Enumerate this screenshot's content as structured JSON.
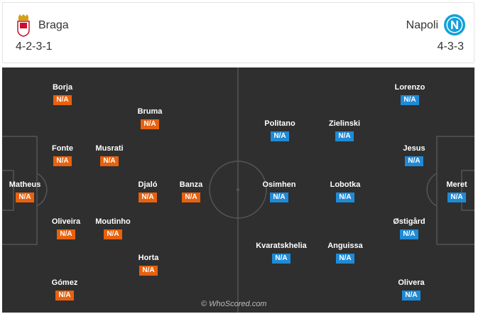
{
  "home": {
    "name": "Braga",
    "formation": "4-2-3-1",
    "crest_icon": "braga-crest-icon",
    "color": "#e8610e",
    "players": [
      {
        "name": "Borja",
        "rating": "N/A"
      },
      {
        "name": "Bruma",
        "rating": "N/A"
      },
      {
        "name": "Fonte",
        "rating": "N/A"
      },
      {
        "name": "Musrati",
        "rating": "N/A"
      },
      {
        "name": "Matheus",
        "rating": "N/A"
      },
      {
        "name": "Djaló",
        "rating": "N/A"
      },
      {
        "name": "Banza",
        "rating": "N/A"
      },
      {
        "name": "Oliveira",
        "rating": "N/A"
      },
      {
        "name": "Moutinho",
        "rating": "N/A"
      },
      {
        "name": "Horta",
        "rating": "N/A"
      },
      {
        "name": "Gómez",
        "rating": "N/A"
      }
    ]
  },
  "away": {
    "name": "Napoli",
    "formation": "4-3-3",
    "crest_icon": "napoli-crest-icon",
    "color": "#1f8ad6",
    "players": [
      {
        "name": "Lorenzo",
        "rating": "N/A"
      },
      {
        "name": "Politano",
        "rating": "N/A"
      },
      {
        "name": "Zielinski",
        "rating": "N/A"
      },
      {
        "name": "Jesus",
        "rating": "N/A"
      },
      {
        "name": "Osimhen",
        "rating": "N/A"
      },
      {
        "name": "Lobotka",
        "rating": "N/A"
      },
      {
        "name": "Meret",
        "rating": "N/A"
      },
      {
        "name": "Østigård",
        "rating": "N/A"
      },
      {
        "name": "Kvaratskhelia",
        "rating": "N/A"
      },
      {
        "name": "Anguissa",
        "rating": "N/A"
      },
      {
        "name": "Olivera",
        "rating": "N/A"
      }
    ]
  },
  "pitch_color": "#2f2f2f",
  "watermark": "© WhoScored.com"
}
